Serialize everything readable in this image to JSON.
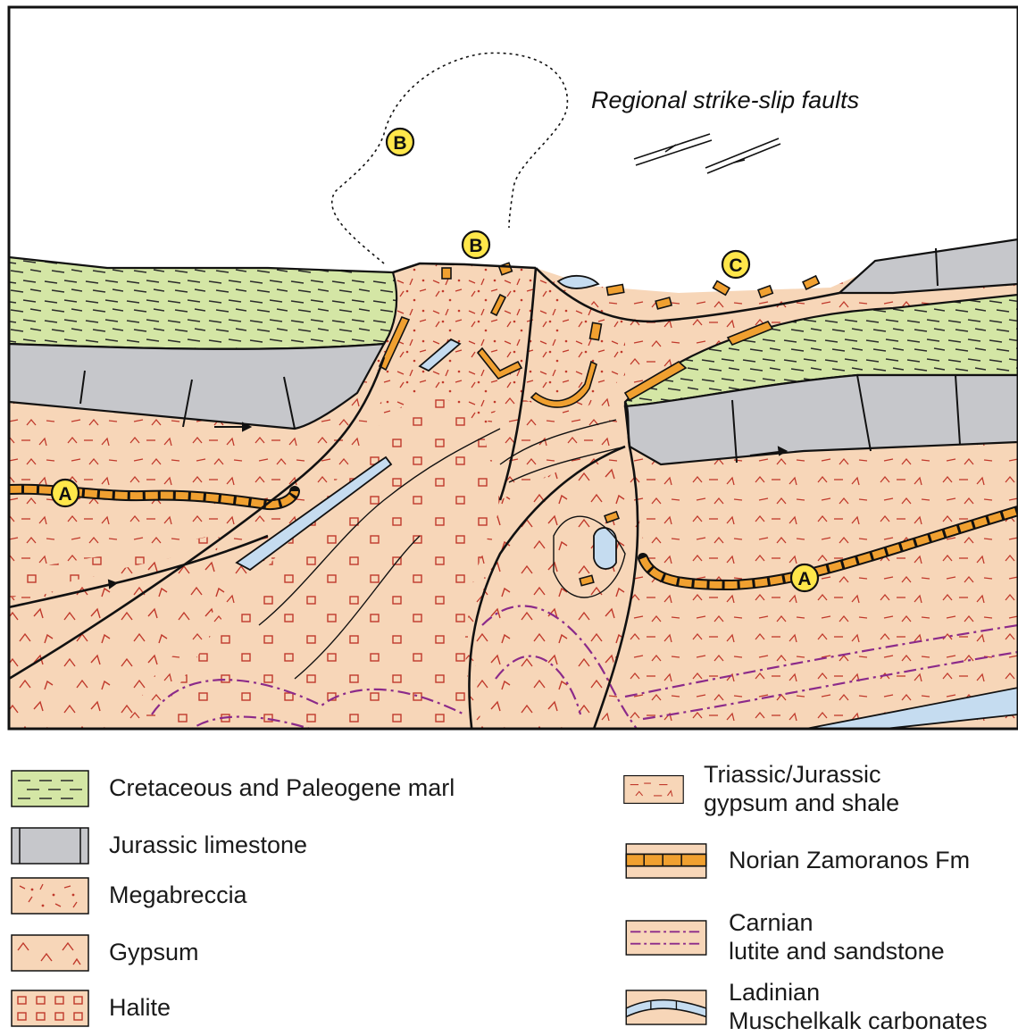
{
  "annotation": {
    "title": "Regional strike-slip faults"
  },
  "markers": {
    "a_left": "A",
    "a_right": "A",
    "b_upper": "B",
    "b_lower": "B",
    "c": "C"
  },
  "colors": {
    "marl": "#d4e6a5",
    "limestone": "#c6c7cb",
    "salmon": "#f7d6b8",
    "zamoranos": "#f0a030",
    "muschelkalk": "#c5dcf0",
    "carnian_line": "#8b2a8a",
    "symbol": "#c0392b",
    "outline": "#111111"
  },
  "legend": {
    "left": [
      {
        "label": "Cretaceous and Paleogene marl",
        "pattern": "marl"
      },
      {
        "label": "Jurassic limestone",
        "pattern": "limestone"
      },
      {
        "label": "Megabreccia",
        "pattern": "megabreccia"
      },
      {
        "label": "Gypsum",
        "pattern": "gypsum"
      },
      {
        "label": "Halite",
        "pattern": "halite"
      }
    ],
    "right": [
      {
        "label_line1": "Triassic/Jurassic",
        "label_line2": "gypsum and shale",
        "pattern": "gypsum-shale"
      },
      {
        "label_line1": "Norian Zamoranos Fm",
        "label_line2": "",
        "pattern": "zamoranos"
      },
      {
        "label_line1": "Carnian",
        "label_line2": "lutite and sandstone",
        "pattern": "carnian"
      },
      {
        "label_line1": "Ladinian",
        "label_line2": "Muschelkalk carbonates",
        "pattern": "muschelkalk"
      }
    ]
  }
}
